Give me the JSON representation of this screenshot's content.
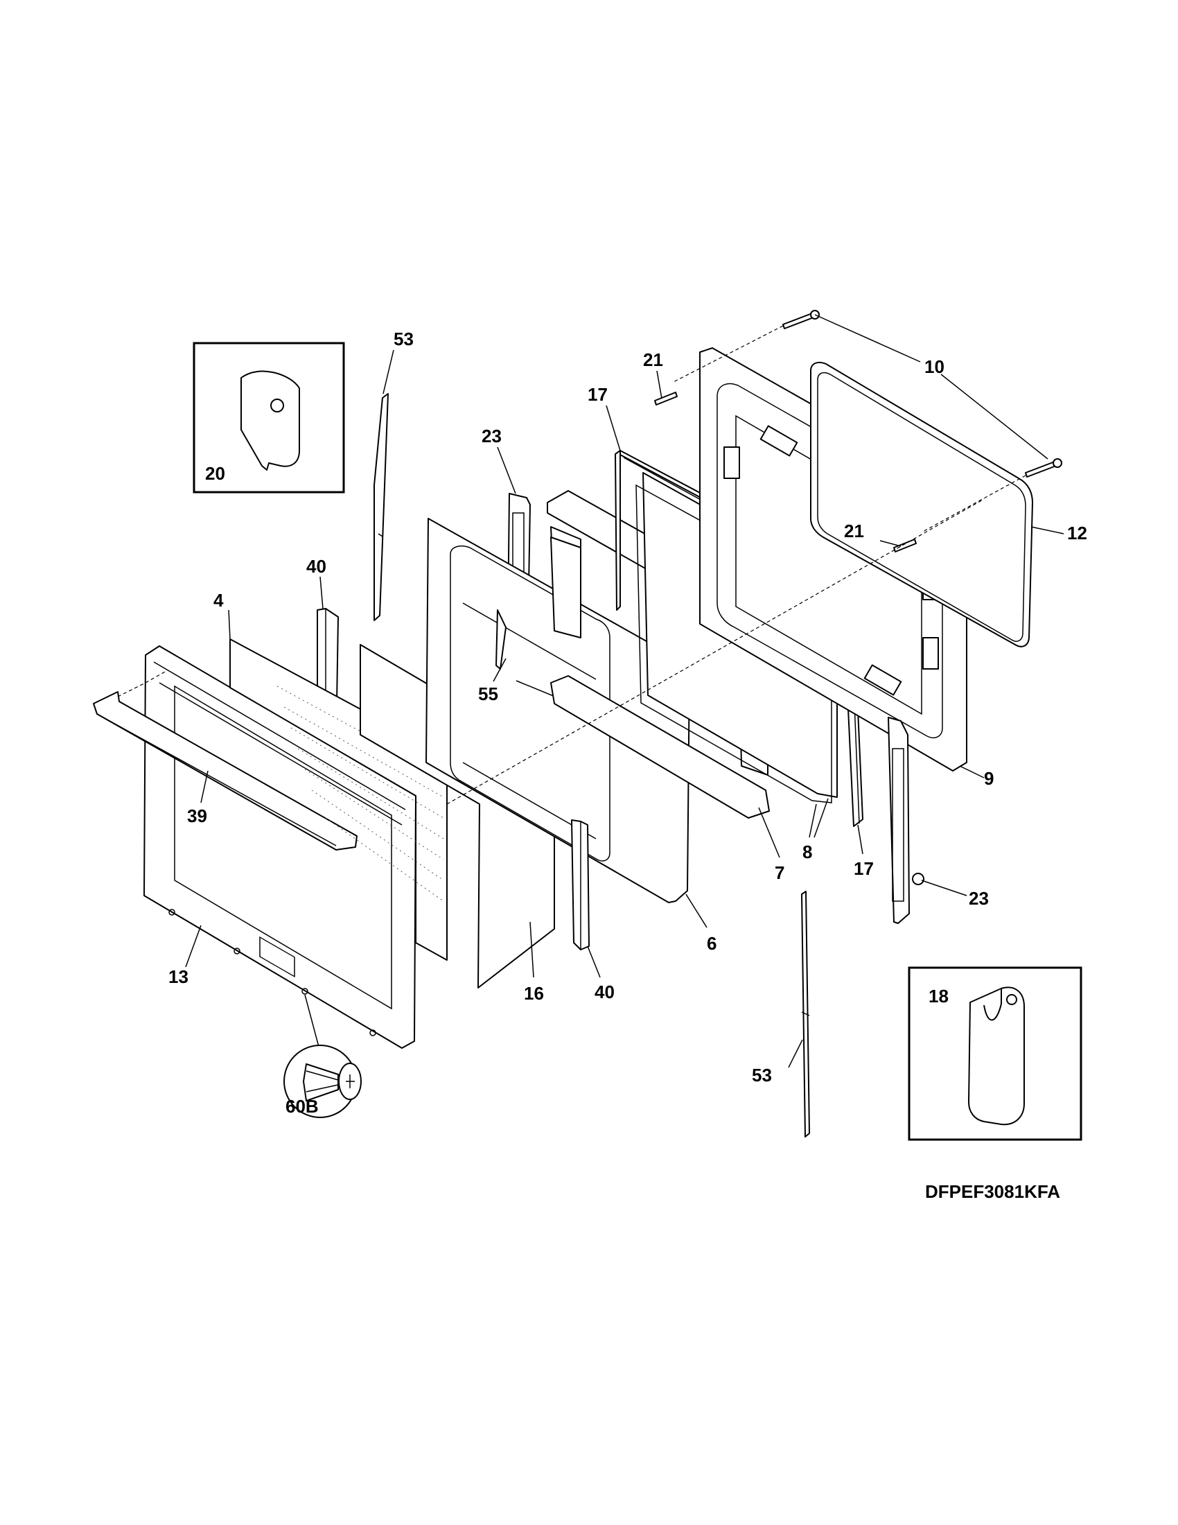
{
  "model_code": "DFPEF3081KFA",
  "callouts": {
    "c53_top": "53",
    "c20": "20",
    "c21_top": "21",
    "c10": "10",
    "c17_top": "17",
    "c23_top": "23",
    "c40_top": "40",
    "c4": "4",
    "c21_mid": "21",
    "c12": "12",
    "c55": "55",
    "c9": "9",
    "c39": "39",
    "c8": "8",
    "c7": "7",
    "c17_bottom": "17",
    "c23_bottom": "23",
    "c6": "6",
    "c13": "13",
    "c16": "16",
    "c40_bottom": "40",
    "c18": "18",
    "c53_bottom": "53",
    "c60B": "60B"
  }
}
